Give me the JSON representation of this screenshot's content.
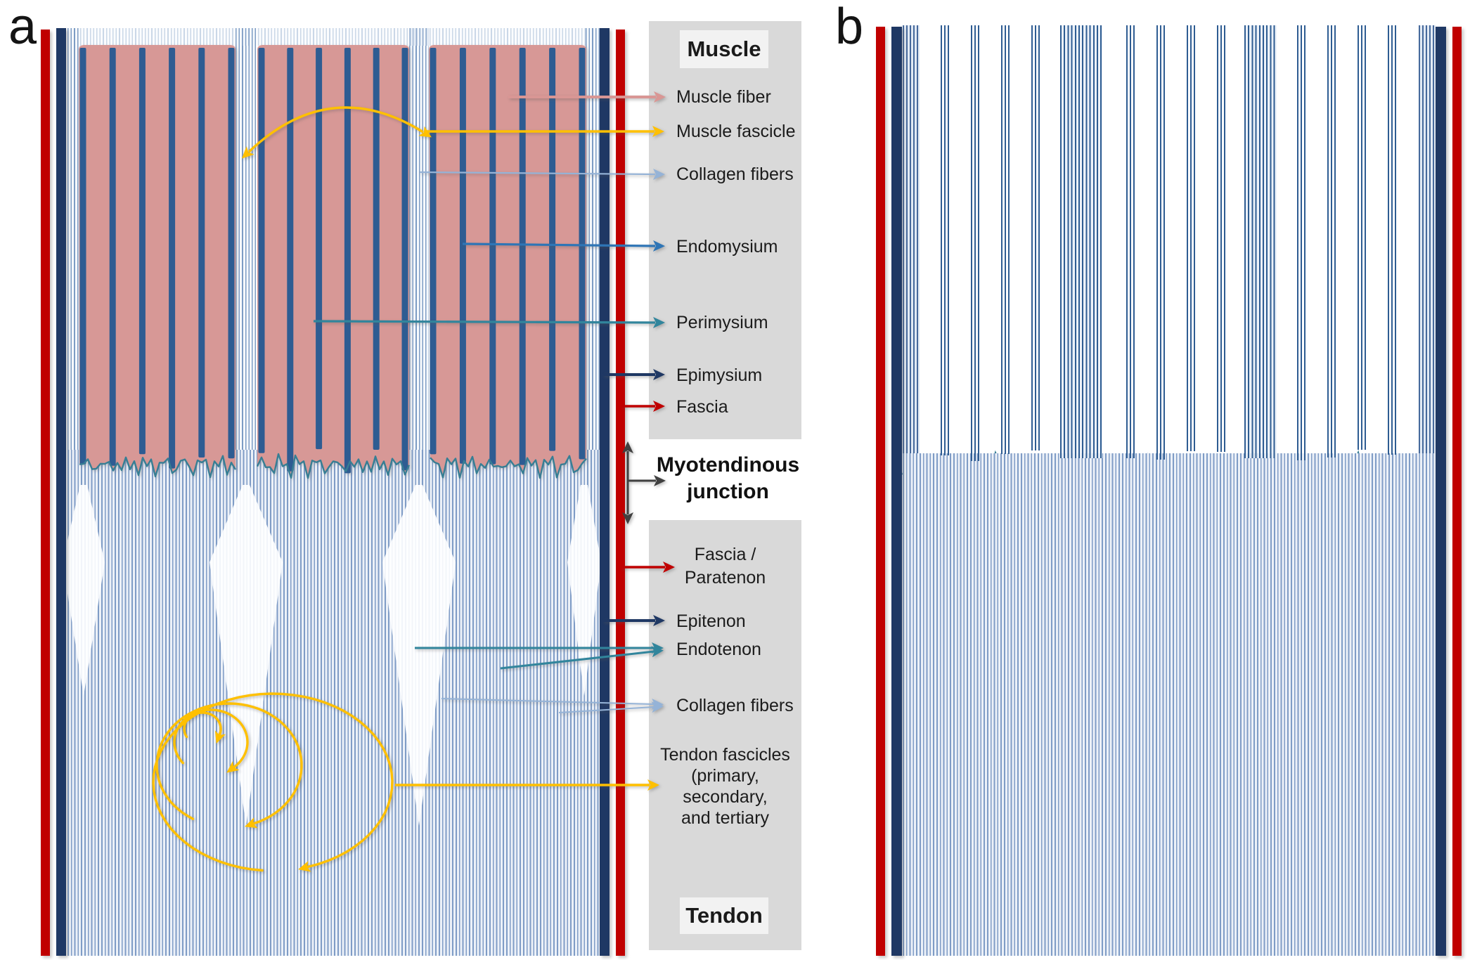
{
  "panels": {
    "a": "a",
    "b": "b"
  },
  "legend": {
    "muscle_title": "Muscle",
    "tendon_title": "Tendon",
    "junction": "Myotendinous\njunction",
    "labels": [
      {
        "id": "muscle-fiber",
        "text": "Muscle fiber",
        "color": "muscle_fiber_arrow"
      },
      {
        "id": "muscle-fascicle",
        "text": "Muscle fascicle",
        "color": "yellow"
      },
      {
        "id": "collagen-fibers-muscle",
        "text": "Collagen fibers",
        "color": "light_blue"
      },
      {
        "id": "endomysium",
        "text": "Endomysium",
        "color": "blue"
      },
      {
        "id": "perimysium",
        "text": "Perimysium",
        "color": "teal"
      },
      {
        "id": "epimysium",
        "text": "Epimysium",
        "color": "navy"
      },
      {
        "id": "fascia",
        "text": "Fascia",
        "color": "red"
      },
      {
        "id": "fascia-paratenon",
        "text": "Fascia /\nParatenon",
        "color": "red"
      },
      {
        "id": "epitenon",
        "text": "Epitenon",
        "color": "navy"
      },
      {
        "id": "endotenon",
        "text": "Endotenon",
        "color": "teal"
      },
      {
        "id": "collagen-fibers-tendon",
        "text": "Collagen fibers",
        "color": "light_blue"
      },
      {
        "id": "tendon-fascicles",
        "text": "Tendon fascicles\n(primary,\nsecondary,\nand tertiary",
        "color": "yellow"
      }
    ]
  },
  "colors": {
    "red": "#C00000",
    "navy": "#1F3864",
    "steel_blue": "#2E5C92",
    "pink": "#D79896",
    "muscle_fiber_arrow": "#D99694",
    "teal": "#31859C",
    "junction_line": "#377E94",
    "blue": "#2E75B6",
    "light_blue": "#95B3D7",
    "yellow": "#FFC000",
    "gray_panel": "#D9D9D9",
    "title_bg": "#F2F2F2",
    "arrow_black": "#404040",
    "stripe_blue": "#7F9CC6"
  }
}
